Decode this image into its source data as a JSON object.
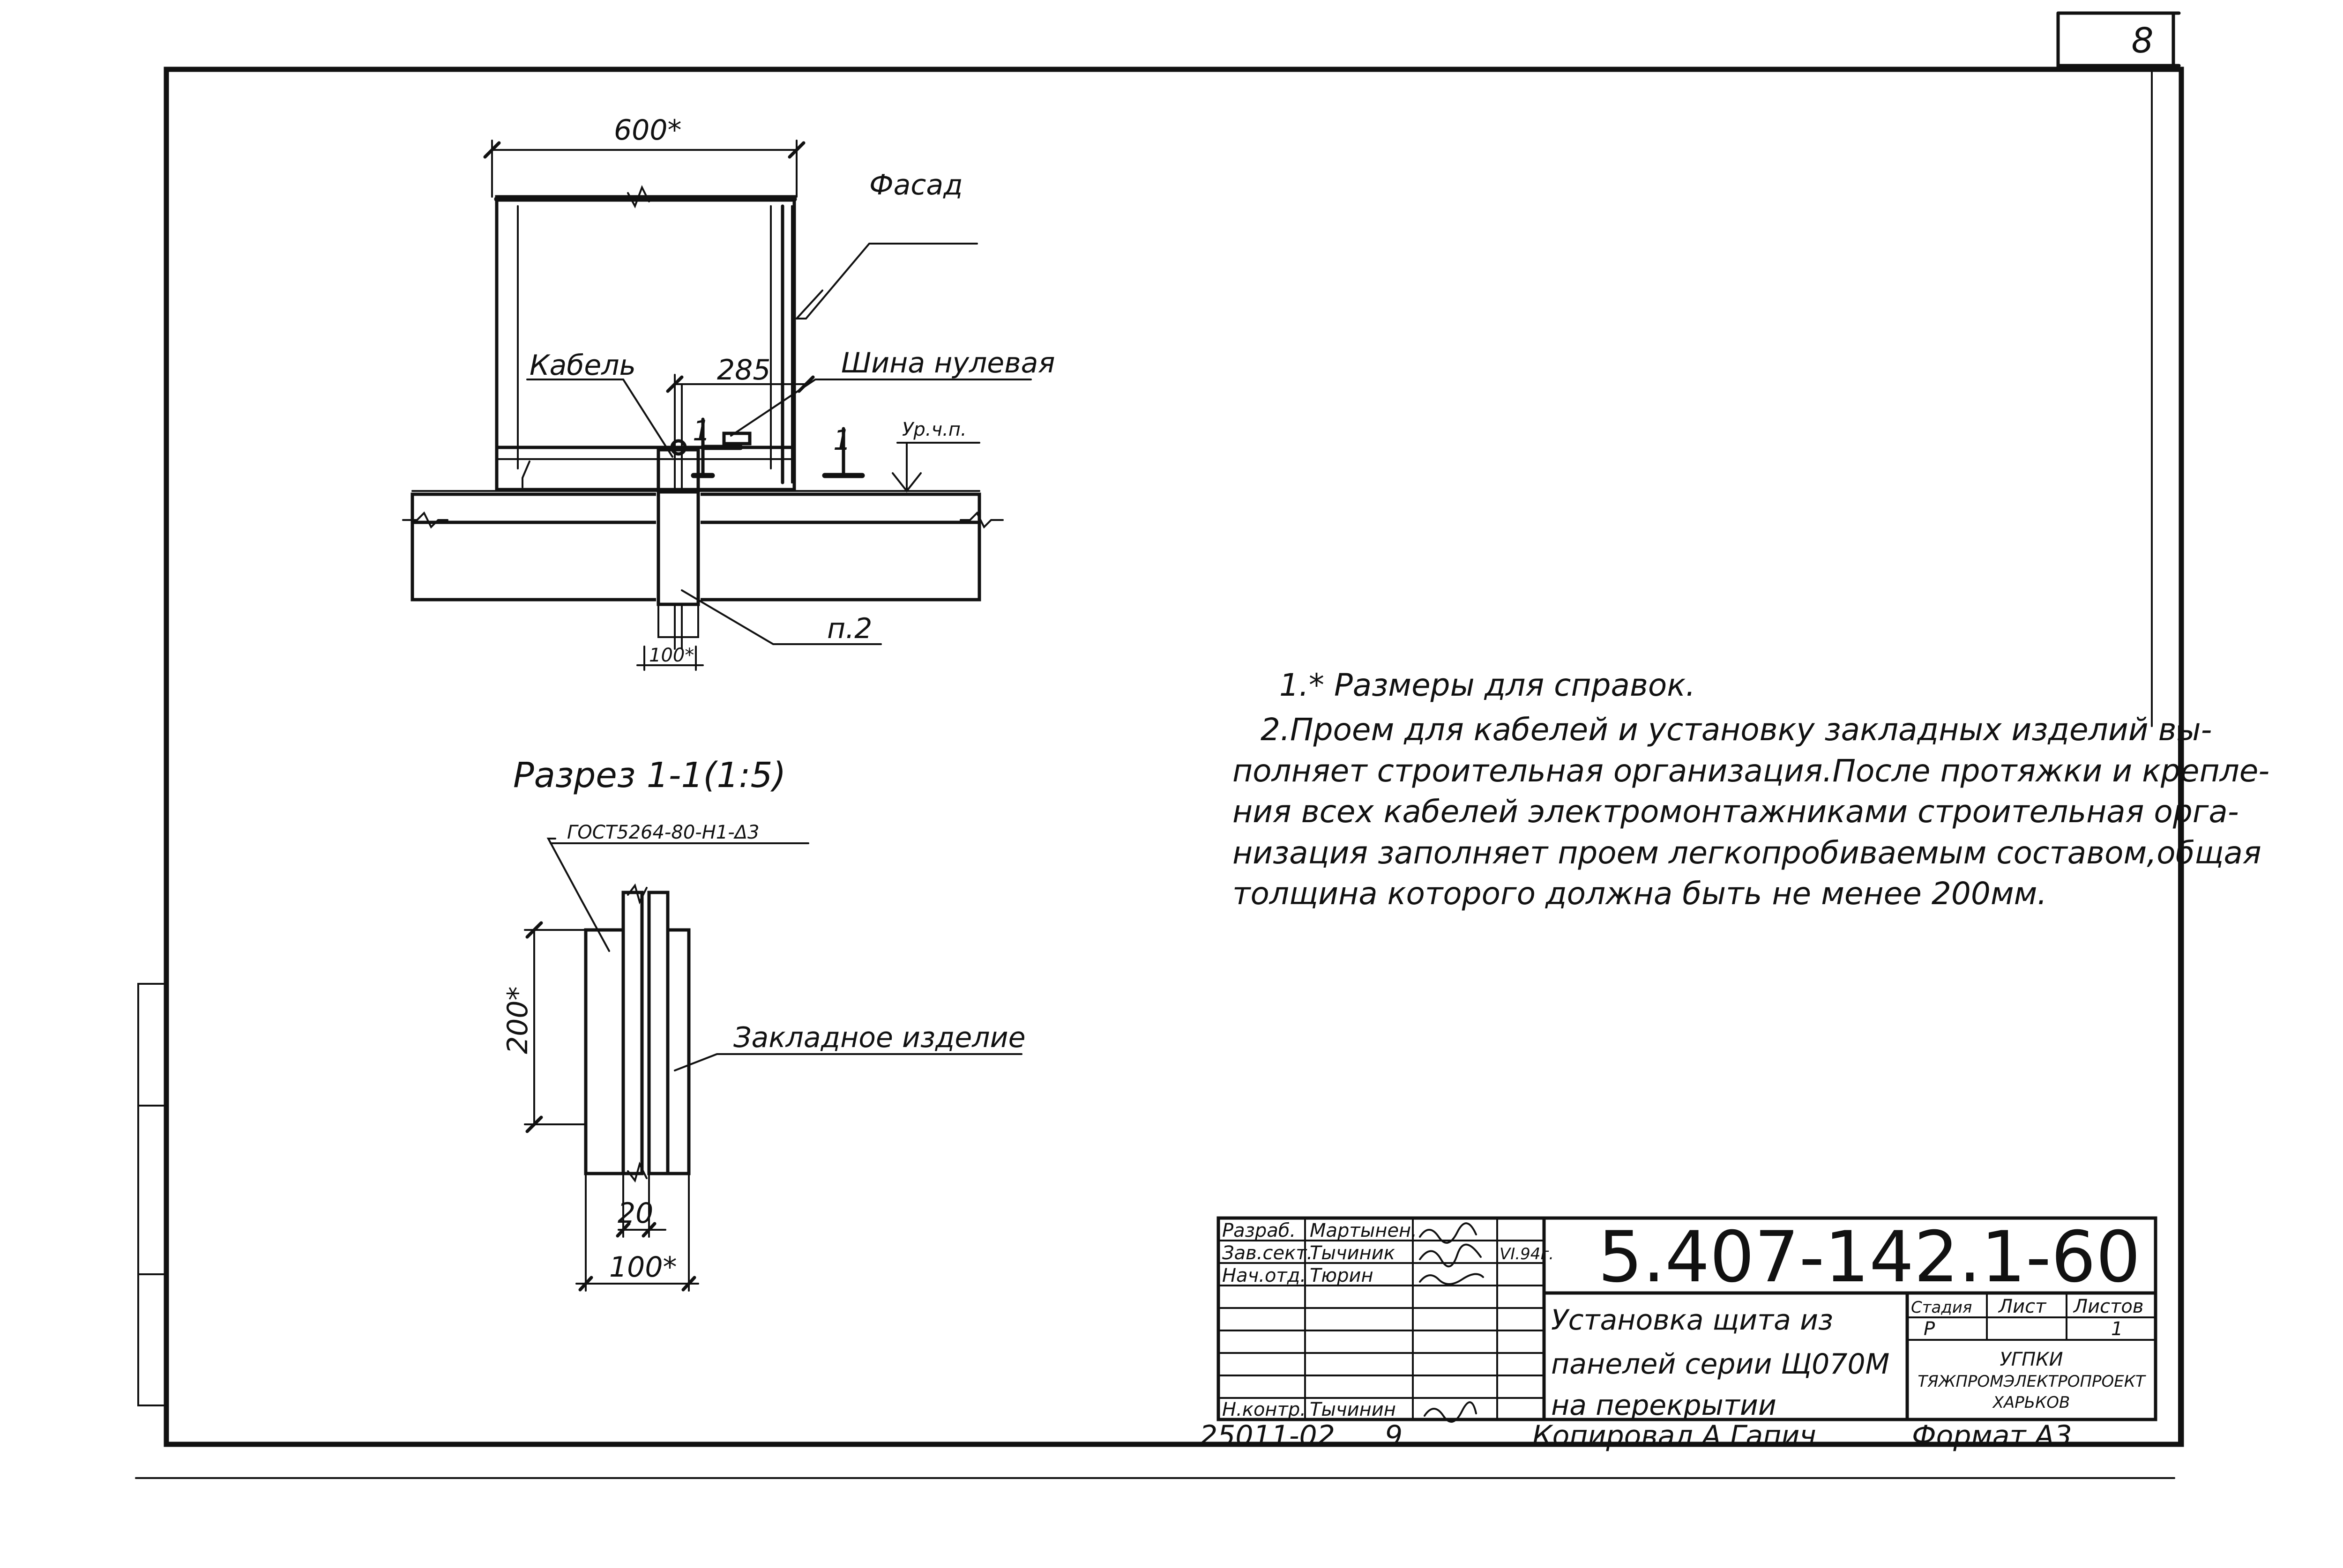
{
  "sheet": {
    "page_number": "8"
  },
  "drawing_top": {
    "dim_width": "600*",
    "dim_inner": "285",
    "dim_bottom": "100*",
    "label_facade": "Фасад",
    "label_cable": "Кабель",
    "label_busbar": "Шина нулевая",
    "label_floor_level": "Ур.ч.п.",
    "section_mark": "1",
    "label_item": "п.2"
  },
  "section": {
    "caption": "Разрез 1-1(1:5)",
    "standard": "ГОСТ5264-80-Н1-Δ3",
    "dim_height": "200*",
    "dim_small": "20",
    "dim_width": "100*",
    "label_embedded": "Закладное изделие"
  },
  "notes": {
    "line1": "1.* Размеры для справок.",
    "line2": "2.Проем для кабелей и установку закладных изделий вы-",
    "line3": "полняет строительная организация.После протяжки и крепле-",
    "line4": "ния всех кабелей электромонтажниками строительная орга-",
    "line5": "низация заполняет проем легкопробиваемым составом,общая",
    "line6": "толщина которого должна быть не менее 200мм."
  },
  "title_block": {
    "code": "5.407-142.1-60",
    "role1": "Разраб.",
    "name1": "Мартынен.",
    "role2": "Зав.сект.",
    "name2": "Тычиник",
    "role3": "Нач.отд.",
    "name3": "Тюрин",
    "role4": "Н.контр.",
    "name4": "Тычинин",
    "date": "VI.94г.",
    "title_line1": "Установка щита из",
    "title_line2": "панелей серии Щ070М",
    "title_line3": "на перекрытии",
    "stage_header": "Стадия",
    "sheet_header": "Лист",
    "sheets_header": "Листов",
    "stage_value": "Р",
    "sheets_value": "1",
    "org_line1": "УГПКИ",
    "org_line2": "ТЯЖПРОМЭЛЕКТРОПРОЕКТ",
    "org_line3": "ХАРЬКОВ",
    "doc_number": "25011-02",
    "doc_sheet": "9",
    "copied": "Копировал А.Гапич",
    "format": "Формат А3"
  }
}
